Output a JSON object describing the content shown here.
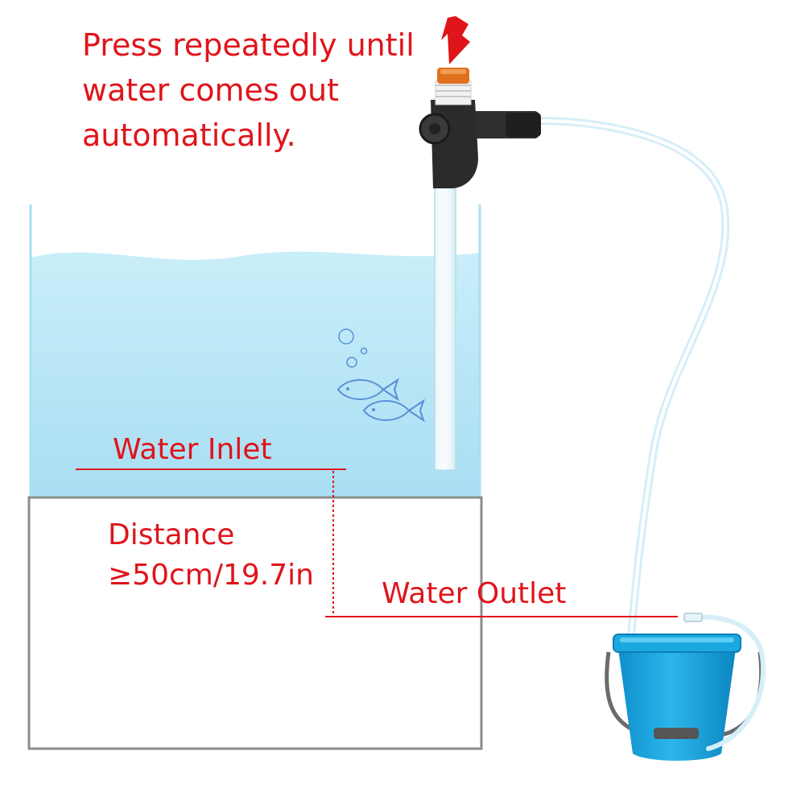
{
  "instruction": {
    "text": "Press repeatedly until water comes out automatically."
  },
  "labels": {
    "water_inlet": "Water Inlet",
    "distance_line1": "Distance",
    "distance_line2": "≥50cm/19.7in",
    "water_outlet": "Water Outlet"
  },
  "colors": {
    "annotation_red": "#e0141b",
    "water_blue": "#b9e6f6",
    "tank_outline": "#8c8c8c",
    "bucket_blue": "#1aa7de",
    "pump_body": "#2b2b2b",
    "pump_cap": "#e0701e",
    "fish_outline": "#5a8fd8"
  },
  "icons": {
    "press_arrow": "red-down-arrow",
    "fish": "fish-outline"
  }
}
